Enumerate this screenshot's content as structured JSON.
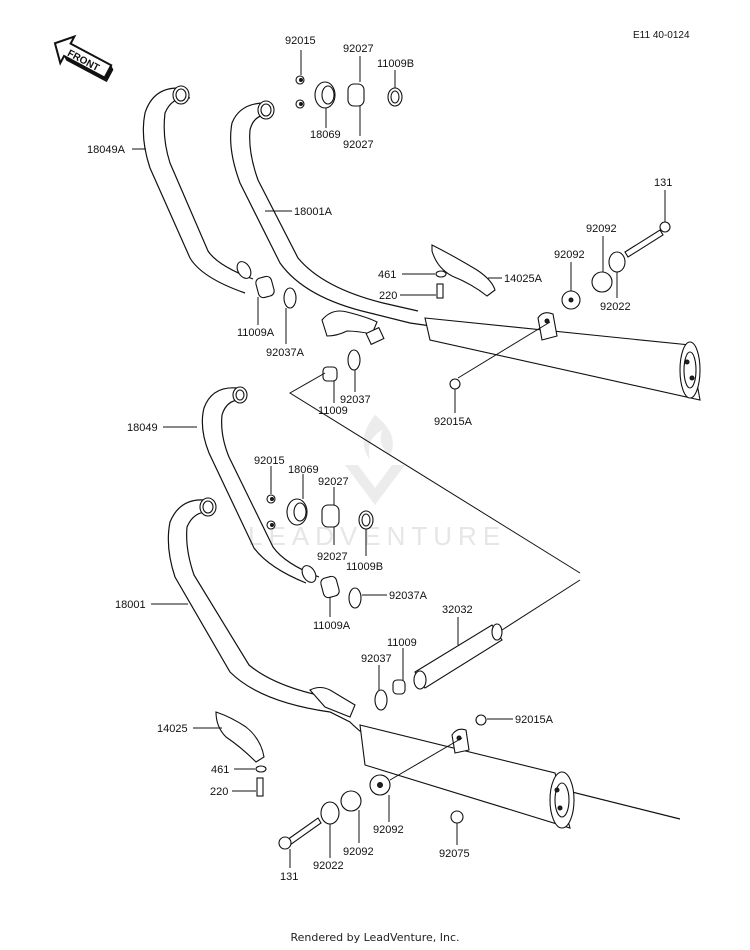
{
  "diagram": {
    "reference_code": "E11 40-0124",
    "front_arrow_label": "FRONT",
    "watermark": "LEADVENTURE",
    "footer": "Rendered by LeadVenture, Inc.",
    "upper_assembly_labels": {
      "p92015": "92015",
      "p92027_top": "92027",
      "p11009B": "11009B",
      "p18069": "18069",
      "p92027_bottom": "92027",
      "p18049A": "18049A",
      "p18001A": "18001A",
      "p131": "131",
      "p92092_a": "92092",
      "p92092_b": "92092",
      "p461": "461",
      "p14025A": "14025A",
      "p220": "220",
      "p92022": "92022",
      "p11009A": "11009A",
      "p92037A": "92037A",
      "p92037": "92037",
      "p11009": "11009",
      "p92015A": "92015A"
    },
    "lower_assembly_labels": {
      "p18049": "18049",
      "p92015": "92015",
      "p18069": "18069",
      "p92027_top": "92027",
      "p92027_bottom": "92027",
      "p11009B": "11009B",
      "p18001": "18001",
      "p92037A": "92037A",
      "p11009A": "11009A",
      "p32032": "32032",
      "p11009": "11009",
      "p92037": "92037",
      "p92015A": "92015A",
      "p14025": "14025",
      "p461": "461",
      "p220": "220",
      "p131": "131",
      "p92022": "92022",
      "p92092_a": "92092",
      "p92092_b": "92092",
      "p92075": "92075"
    }
  }
}
